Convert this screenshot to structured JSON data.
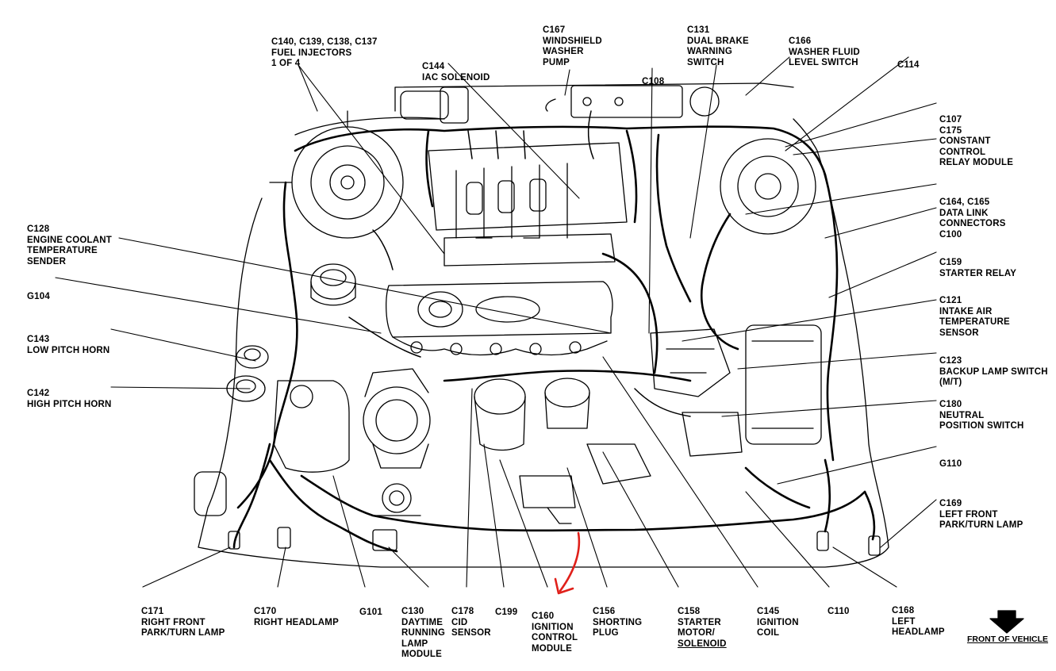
{
  "labels": {
    "c140": [
      "C140, C139, C138, C137",
      "FUEL INJECTORS",
      "1 OF 4"
    ],
    "c144": [
      "C144",
      "IAC SOLENOID"
    ],
    "c167": [
      "C167",
      "WINDSHIELD",
      "WASHER",
      "PUMP"
    ],
    "c108": [
      "C108"
    ],
    "c131": [
      "C131",
      "DUAL BRAKE",
      "WARNING",
      "SWITCH"
    ],
    "c166": [
      "C166",
      "WASHER FLUID",
      "LEVEL SWITCH"
    ],
    "c114": [
      "C114"
    ],
    "c107": [
      "C107",
      "C175",
      "CONSTANT",
      "CONTROL",
      "RELAY MODULE"
    ],
    "c164": [
      "C164, C165",
      "DATA LINK",
      "CONNECTORS",
      "C100"
    ],
    "c159": [
      "C159",
      "STARTER RELAY"
    ],
    "c121": [
      "C121",
      "INTAKE AIR",
      "TEMPERATURE",
      "SENSOR"
    ],
    "c123": [
      "C123",
      "BACKUP LAMP SWITCH",
      "(M/T)"
    ],
    "c180": [
      "C180",
      "NEUTRAL",
      "POSITION SWITCH"
    ],
    "g110": [
      "G110"
    ],
    "c169": [
      "C169",
      "LEFT FRONT",
      "PARK/TURN LAMP"
    ],
    "c128": [
      "C128",
      "ENGINE COOLANT",
      "TEMPERATURE",
      "SENDER"
    ],
    "g104": [
      "G104"
    ],
    "c143": [
      "C143",
      "LOW PITCH HORN"
    ],
    "c142": [
      "C142",
      "HIGH PITCH HORN"
    ],
    "c171": [
      "C171",
      "RIGHT FRONT",
      "PARK/TURN LAMP"
    ],
    "c170": [
      "C170",
      "RIGHT HEADLAMP"
    ],
    "g101": [
      "G101"
    ],
    "c130": [
      "C130",
      "DAYTIME",
      "RUNNING",
      "LAMP",
      "MODULE"
    ],
    "c178": [
      "C178",
      "CID",
      "SENSOR"
    ],
    "c199": [
      "C199"
    ],
    "c160": [
      "C160",
      "IGNITION",
      "CONTROL",
      "MODULE"
    ],
    "c156": [
      "C156",
      "SHORTING",
      "PLUG"
    ],
    "c158": [
      "C158",
      "STARTER",
      "MOTOR/",
      "SOLENOID"
    ],
    "c145": [
      "C145",
      "IGNITION",
      "COIL"
    ],
    "c110": [
      "C110"
    ],
    "c168": [
      "C168",
      "LEFT",
      "HEADLAMP"
    ]
  },
  "front_of_vehicle": "FRONT OF VEHICLE",
  "colors": {
    "ink": "#000000",
    "annotation_arrow": "#e0201a"
  }
}
